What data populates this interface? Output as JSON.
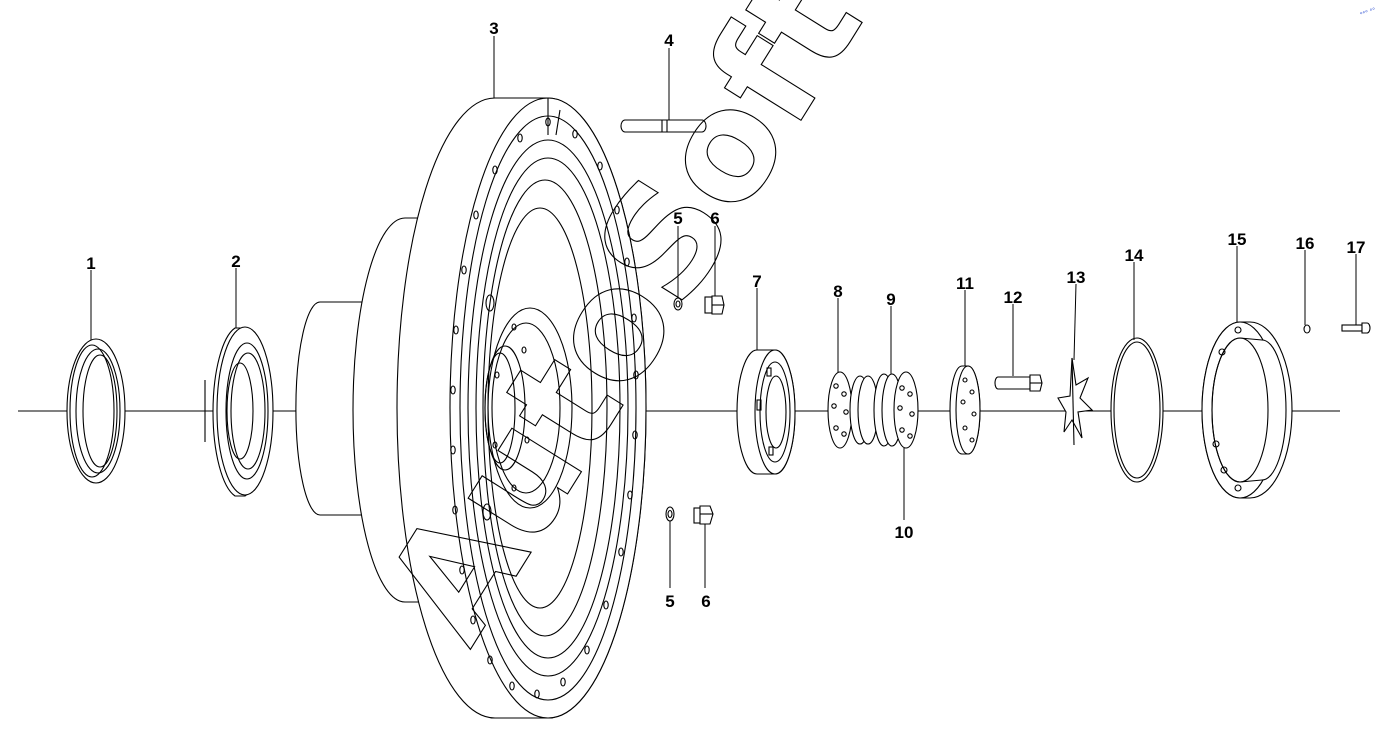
{
  "watermark": "AutoSoft",
  "corner_mark": "°°° °°",
  "labels": {
    "p1": "1",
    "p2": "2",
    "p3": "3",
    "p4": "4",
    "p5_top": "5",
    "p6_top": "6",
    "p7": "7",
    "p8": "8",
    "p9": "9",
    "p10": "10",
    "p11": "11",
    "p12": "12",
    "p13": "13",
    "p14": "14",
    "p15": "15",
    "p16": "16",
    "p17": "17",
    "p5_bottom": "5",
    "p6_bottom": "6"
  },
  "colors": {
    "line": "#000000",
    "background": "#ffffff",
    "corner_mark": "#2d4fd1"
  }
}
